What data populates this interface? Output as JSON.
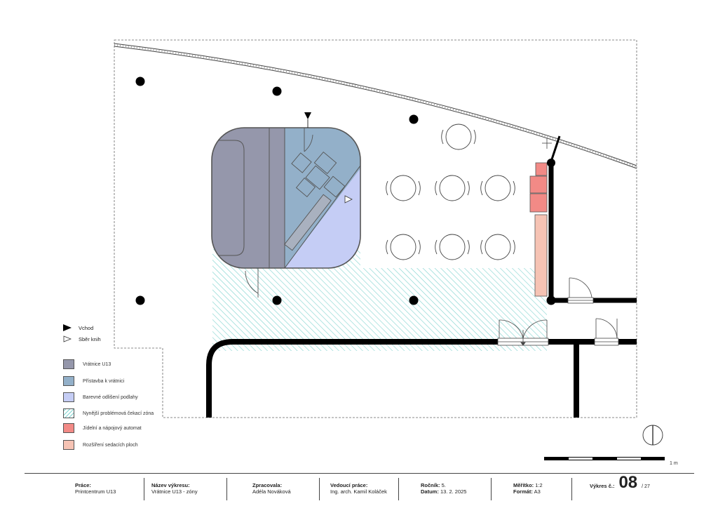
{
  "legend": {
    "symbols": [
      {
        "id": "entry",
        "label": "Vchod",
        "symbol": "filled-triangle-down-icon"
      },
      {
        "id": "books",
        "label": "Sběr knih",
        "symbol": "outline-triangle-right-icon"
      }
    ],
    "zones": [
      {
        "id": "gatehouse",
        "label": "Vrátnice U13",
        "color": "#9597ab"
      },
      {
        "id": "extension",
        "label": "Přístavba k vrátnici",
        "color": "#93b0c9"
      },
      {
        "id": "floor",
        "label": "Barevné odlišení podlahy",
        "color": "#c5cdf5"
      },
      {
        "id": "waiting",
        "label": "Nynější problémová čekací zóna",
        "color": "#bde8e6",
        "pattern": "hatch"
      },
      {
        "id": "vending",
        "label": "Jídelní a nápojový automat",
        "color": "#f28a86"
      },
      {
        "id": "seating",
        "label": "Rozšíření sedacích ploch",
        "color": "#f6c3b4"
      }
    ]
  },
  "scale": {
    "label": "1 m"
  },
  "title_block": {
    "work": {
      "label": "Práce:",
      "value": "Printcentrum U13"
    },
    "drawing": {
      "label": "Název výkresu:",
      "value": "Vrátnice U13 - zóny"
    },
    "author": {
      "label": "Zpracovala:",
      "value": "Adéla Nováková"
    },
    "supervisor": {
      "label": "Vedoucí práce:",
      "value": "Ing. arch. Kamil Koláček"
    },
    "year": {
      "label": "Ročník:",
      "value": "5."
    },
    "date": {
      "label": "Datum:",
      "value": "13. 2. 2025"
    },
    "scale": {
      "label": "Měřítko:",
      "value": "1:2"
    },
    "format": {
      "label": "Formát:",
      "value": "A3"
    },
    "sheet": {
      "label": "Výkres č.:",
      "number": "08",
      "total": "/ 27"
    }
  }
}
